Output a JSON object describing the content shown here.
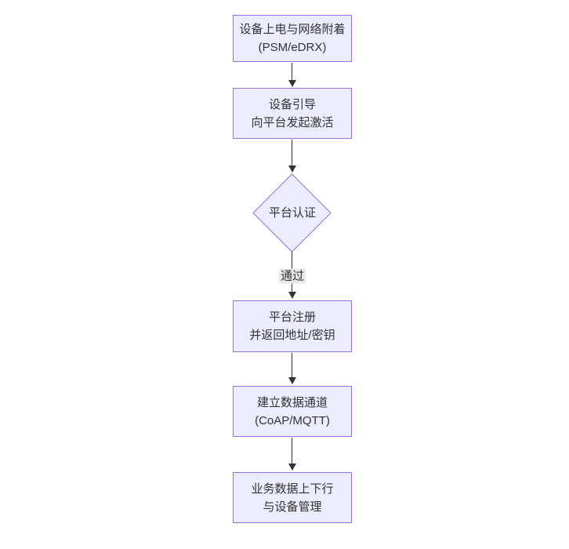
{
  "diagram": {
    "type": "flowchart",
    "direction": "top-down",
    "colors": {
      "background": "#ffffff",
      "node_fill": "#ECECFF",
      "node_border": "#9370DB",
      "edge_line": "#333333",
      "edge_label_bg": "#e8e8e8",
      "text": "#333333"
    },
    "nodes": [
      {
        "id": "power-attach",
        "shape": "rect",
        "lines": [
          "设备上电与网络附着",
          "(PSM/eDRX)"
        ]
      },
      {
        "id": "bootstrap",
        "shape": "rect",
        "lines": [
          "设备引导",
          "向平台发起激活"
        ]
      },
      {
        "id": "auth",
        "shape": "diamond",
        "label": "平台认证"
      },
      {
        "id": "register",
        "shape": "rect",
        "lines": [
          "平台注册",
          "并返回地址/密钥"
        ]
      },
      {
        "id": "channel",
        "shape": "rect",
        "lines": [
          "建立数据通道",
          "(CoAP/MQTT)"
        ]
      },
      {
        "id": "business",
        "shape": "rect",
        "lines": [
          "业务数据上下行",
          "与设备管理"
        ]
      }
    ],
    "edges": [
      {
        "from": "power-attach",
        "to": "bootstrap",
        "label": ""
      },
      {
        "from": "bootstrap",
        "to": "auth",
        "label": ""
      },
      {
        "from": "auth",
        "to": "register",
        "label": "通过"
      },
      {
        "from": "register",
        "to": "channel",
        "label": ""
      },
      {
        "from": "channel",
        "to": "business",
        "label": ""
      }
    ]
  }
}
